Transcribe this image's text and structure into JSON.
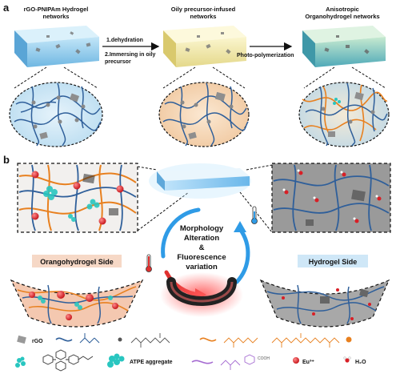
{
  "panel_a": {
    "label": "a",
    "stage1_title_line1": "rGO-PNIPAm Hydrogel",
    "stage1_title_line2": "networks",
    "step1": "1.dehydration",
    "step2_line1": "2.Immersing in oily",
    "step2_line2": "precursor",
    "stage2_title_line1": "Oily precursor-infused",
    "stage2_title_line2": "networks",
    "step3": "Photo-polymerization",
    "stage3_title_line1": "Anisotropic",
    "stage3_title_line2": "Organohydrogel networks"
  },
  "panel_b": {
    "label": "b",
    "cycle_line1": "Morphology",
    "cycle_line2": "Alteration",
    "cycle_line3": "&",
    "cycle_line4": "Fluorescence",
    "cycle_line5": "variation",
    "left_side": "Orangohydrogel Side",
    "right_side": "Hydrogel Side"
  },
  "legend": {
    "rgo": "rGO",
    "atpe": "ATPE aggregate",
    "eu": "Eu³⁺",
    "h2o": "H₂O",
    "cooh": "COOH"
  },
  "colors": {
    "hydrogel_blue": "#9fd3ee",
    "oily_yellow": "#f3ecb0",
    "organo_green": "#9fd6b8",
    "network_blue": "#2f5f9a",
    "network_orange": "#e8801f",
    "atpe_cyan": "#29c6c0",
    "eu_red": "#d81f26",
    "orange_side_bg": "#f6d8c6",
    "hydrogel_side_bg": "#cfe7f7",
    "gray_bg": "#9a9a9a"
  }
}
